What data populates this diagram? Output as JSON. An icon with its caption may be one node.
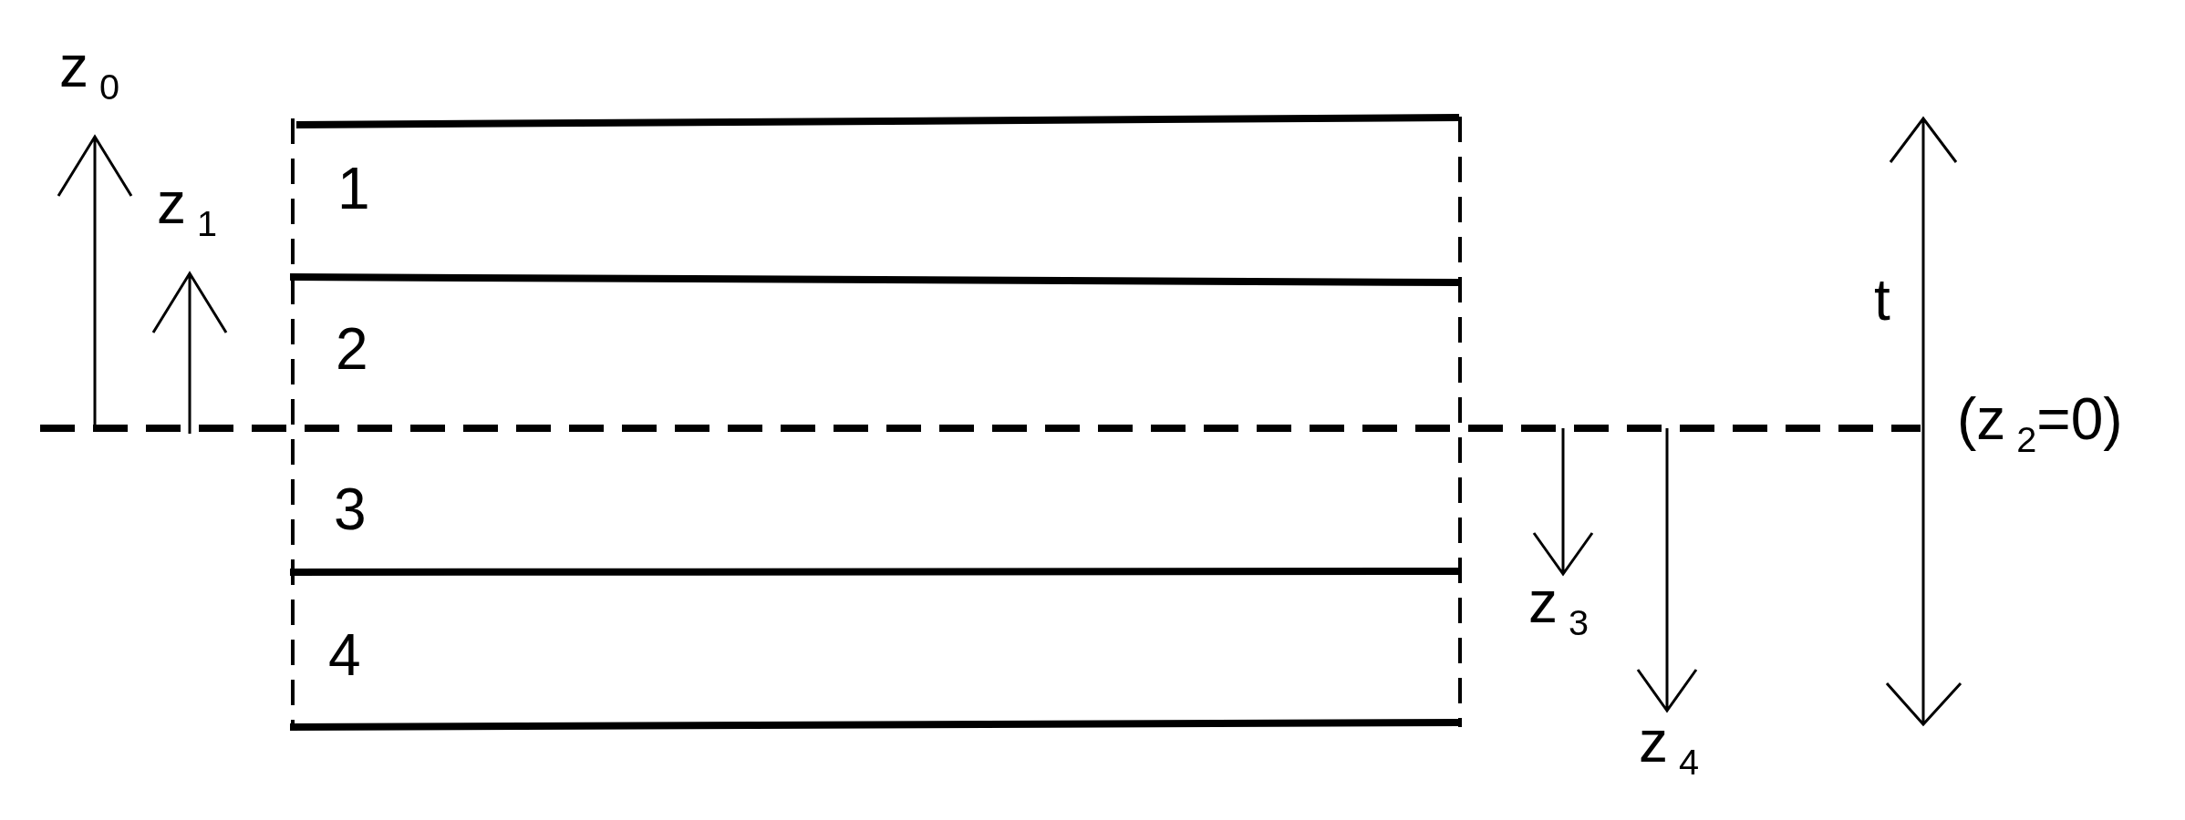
{
  "diagram": {
    "labels": [
      "z$_{0}$",
      "z$_{1}$",
      "1",
      "2",
      "3",
      "4",
      "t",
      "(z$_{2}$=0)",
      "z$_{3}$",
      "z$_{4}$"
    ]
  }
}
